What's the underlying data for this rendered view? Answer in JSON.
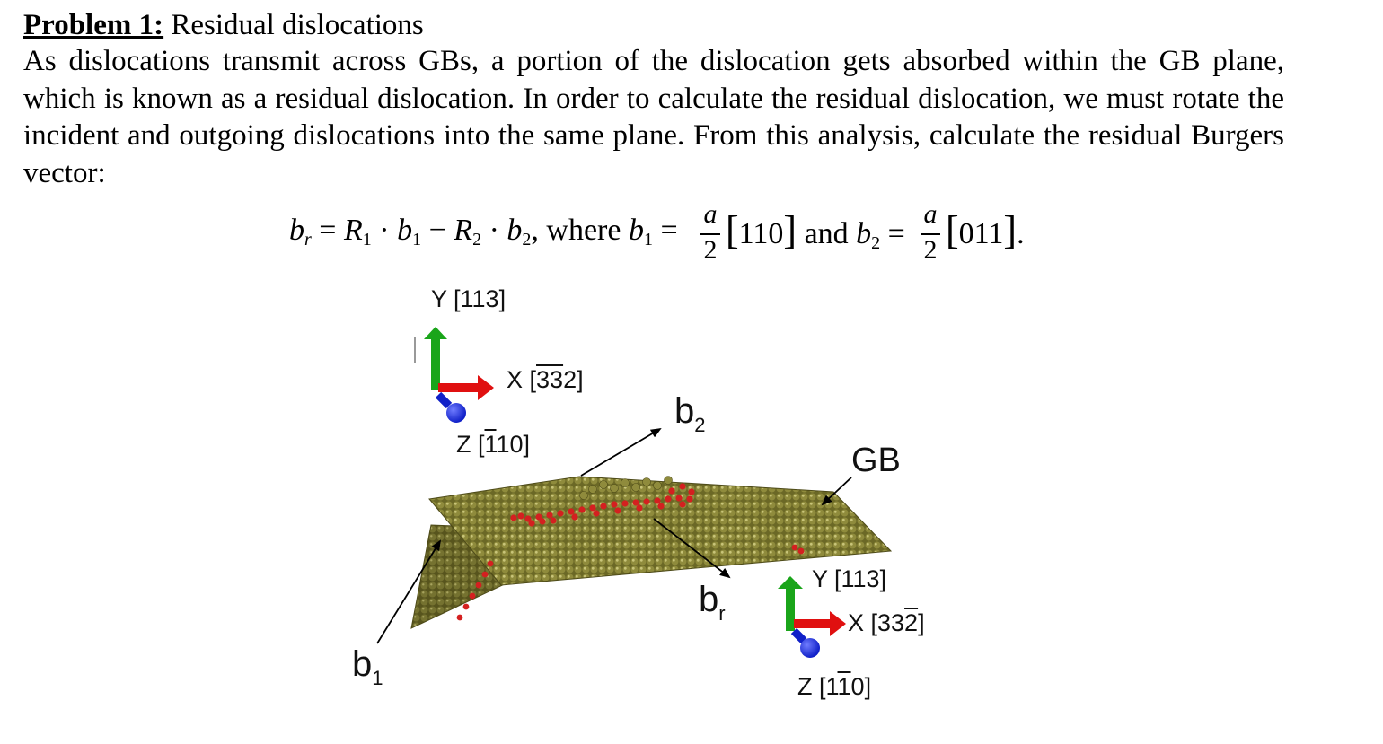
{
  "problem": {
    "label": "Problem 1:",
    "title": "Residual dislocations"
  },
  "paragraph": "As dislocations transmit across GBs, a portion of the dislocation gets absorbed within the GB plane, which is known as a residual dislocation.  In order to calculate the residual dislocation, we must rotate the incident and outgoing dislocations into the same plane.  From this analysis, calculate the residual Burgers vector:",
  "equation": {
    "where": "where",
    "and": "and",
    "frac_num": "a",
    "frac_den": "2",
    "b1_indices": "110",
    "b2_indices": "011"
  },
  "figure": {
    "top_axes": {
      "y": "Y [113]",
      "x_prefix": "X [",
      "x_bar": "33",
      "x_rest": "2]",
      "z_prefix": "Z [",
      "z_bar": "1",
      "z_rest": "10]"
    },
    "bottom_axes": {
      "y": "Y [113]",
      "x_prefix": "X [33",
      "x_bar": "2",
      "x_rest": "]",
      "z_prefix": "Z [1",
      "z_bar": "1",
      "z_rest": "0]"
    },
    "labels": {
      "b2": "b",
      "b2_sub": "2",
      "br": "b",
      "br_sub": "r",
      "b1": "b",
      "b1_sub": "1",
      "gb": "GB"
    },
    "colors": {
      "atom": "#7d7a2e",
      "residual": "#d42020",
      "axis_x": "#e01010",
      "axis_y": "#1aa51a",
      "axis_z": "#1020c8"
    }
  }
}
